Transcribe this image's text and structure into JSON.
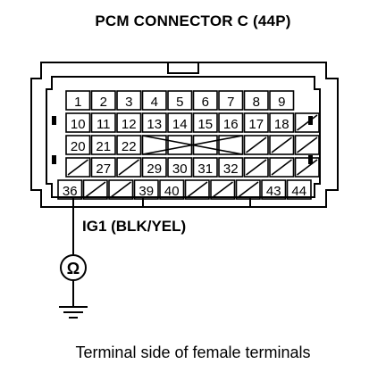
{
  "title": "PCM CONNECTOR C (44P)",
  "wire_label": "IG1 (BLK/YEL)",
  "caption": "Terminal side of female terminals",
  "rows": [
    [
      "1",
      "2",
      "3",
      "4",
      "5",
      "6",
      "7",
      "8",
      "9"
    ],
    [
      "10",
      "11",
      "12",
      "13",
      "14",
      "15",
      "16",
      "17",
      "18",
      ""
    ],
    [
      "20",
      "21",
      "22",
      "",
      "",
      "",
      "",
      "",
      "",
      ""
    ],
    [
      "",
      "27",
      "",
      "29",
      "30",
      "31",
      "32",
      "",
      "",
      ""
    ],
    [
      "36",
      "",
      "",
      "39",
      "40",
      "",
      "",
      "",
      "43",
      "44"
    ]
  ],
  "highlighted_terminal": "36",
  "meter_symbol": "Ω",
  "colors": {
    "line": "#000000",
    "background": "#ffffff"
  }
}
